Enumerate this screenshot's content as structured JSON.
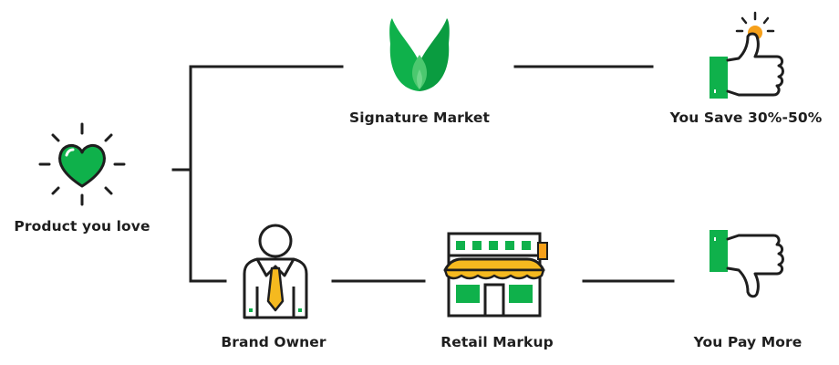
{
  "colors": {
    "green": "#0fb14b",
    "dark_green": "#0a8a3a",
    "leaf_light": "#4cc86f",
    "outline": "#1e1e1e",
    "yellow": "#f5b91f",
    "orange": "#f6a01a"
  },
  "nodes": {
    "product": {
      "label": "Product you love",
      "icon": "heart-icon"
    },
    "signature": {
      "label": "Signature Market",
      "icon": "leaf-icon"
    },
    "save": {
      "label": "You Save 30%-50%",
      "icon": "thumbs-up-icon"
    },
    "brand": {
      "label": "Brand Owner",
      "icon": "brand-owner-icon"
    },
    "retail": {
      "label": "Retail Markup",
      "icon": "retail-store-icon"
    },
    "pay_more": {
      "label": "You Pay More",
      "icon": "thumbs-down-icon"
    }
  }
}
